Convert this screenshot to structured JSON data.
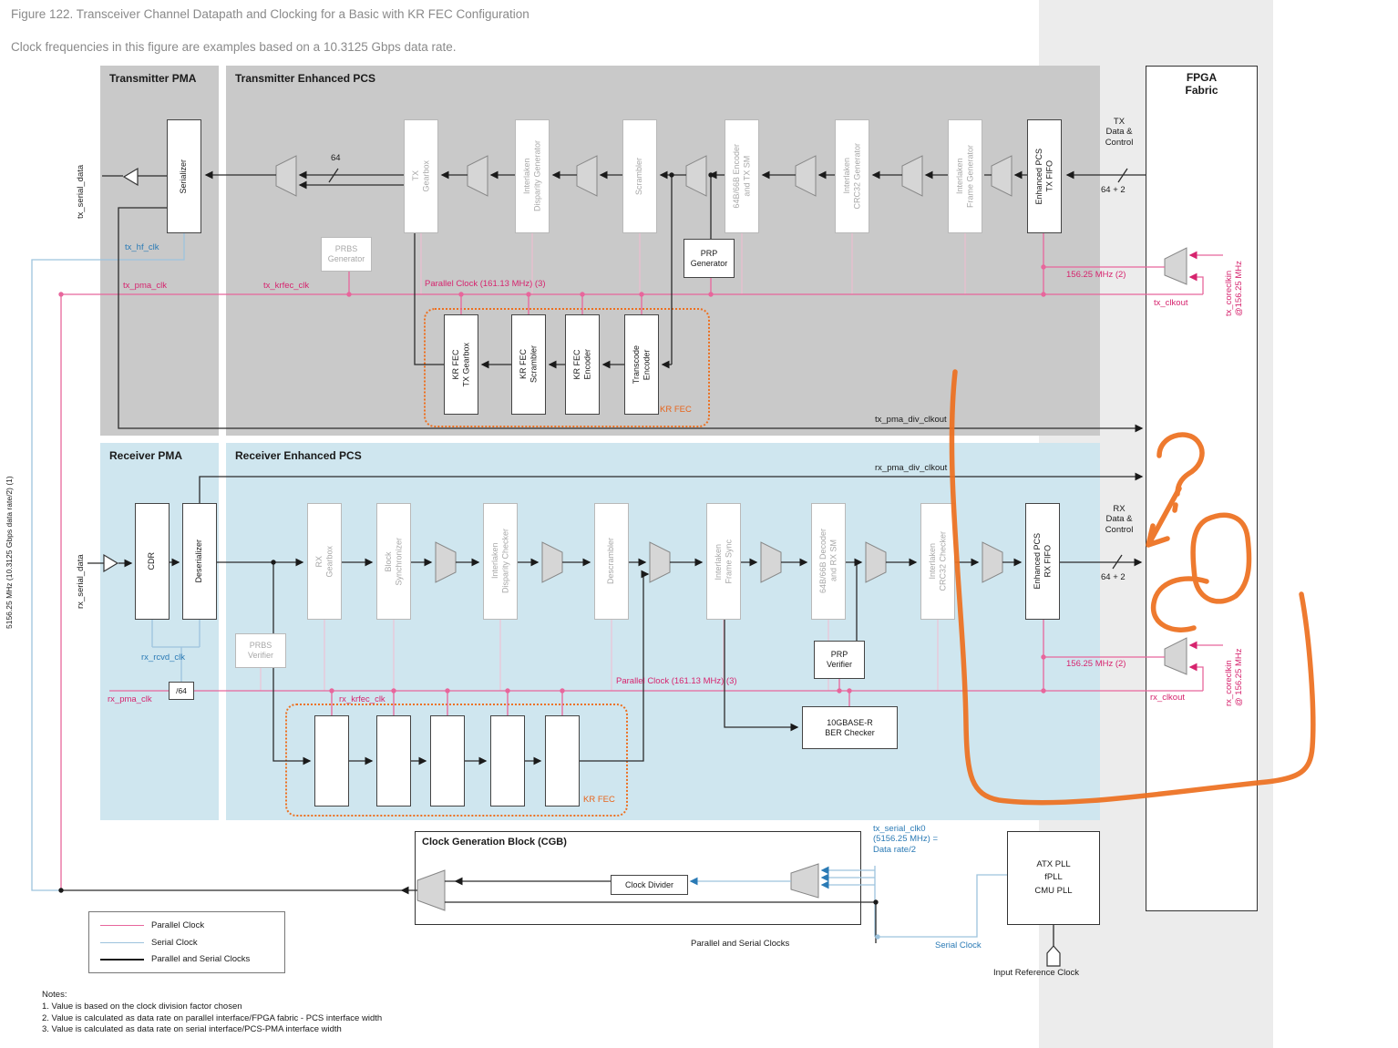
{
  "figure": {
    "title": "Figure 122. Transceiver Channel Datapath and Clocking for a Basic with KR FEC Configuration",
    "subtitle": "Clock frequencies in this figure are examples based on a 10.3125 Gbps data rate."
  },
  "sections": {
    "tx_pma": "Transmitter PMA",
    "tx_pcs": "Transmitter Enhanced PCS",
    "rx_pma": "Receiver PMA",
    "rx_pcs": "Receiver Enhanced PCS",
    "fpga_fabric": "FPGA\nFabric",
    "cgb": "Clock Generation Block (CGB)",
    "pll": "ATX PLL\nfPLL\nCMU PLL",
    "kr_fec_tx": "KR FEC",
    "kr_fec_rx": "KR FEC"
  },
  "blocks": {
    "serializer": "Serializer",
    "tx_gearbox": "TX\nGearbox",
    "ilk_disparity_gen": "Interlaken\nDisparity Generator",
    "scrambler": "Scrambler",
    "encoder_64b66b": "64B/66B Encoder\nand TX SM",
    "ilk_crc32_gen": "Interlaken\nCRC32 Generator",
    "ilk_frame_gen": "Interlaken\nFrame Generator",
    "tx_fifo": "Enhanced PCS\nTX FIFO",
    "prbs_gen": "PRBS\nGenerator",
    "prp_gen": "PRP\nGenerator",
    "krfec_tx_gearbox": "KR FEC\nTX Gearbox",
    "krfec_scrambler": "KR FEC\nScrambler",
    "krfec_encoder": "KR FEC\nEncoder",
    "transcode_encoder": "Transcode\nEncoder",
    "cdr": "CDR",
    "deserializer": "Deserializer",
    "rx_gearbox": "RX\nGearbox",
    "block_synchronizer": "Block\nSynchronizer",
    "ilk_disparity_chk": "Interlaken\nDisparity Checker",
    "descrambler": "Descrambler",
    "ilk_frame_sync": "Interlaken\nFrame Sync",
    "decoder_64b66b": "64B/66B Decoder\nand RX SM",
    "ilk_crc32_chk": "Interlaken\nCRC32 Checker",
    "rx_fifo": "Enhanced PCS\nRX FIFO",
    "prbs_verifier": "PRBS\nVerifier",
    "prp_verifier": "PRP\nVerifier",
    "ber_checker": "10GBASE-R\nBER Checker",
    "div64": "/64",
    "clock_divider": "Clock Divider"
  },
  "labels": {
    "tx_serial_data": "tx_serial_data",
    "rx_serial_data": "rx_serial_data",
    "left_rate": "5156.25 MHz (10.3125 Gbps data rate/2) (1)",
    "tx_hf_clk": "tx_hf_clk",
    "tx_pma_clk": "tx_pma_clk",
    "tx_krfec_clk": "tx_krfec_clk",
    "parallel_clock_tx": "Parallel Clock (161.13 MHz) (3)",
    "parallel_clock_rx": "Parallel Clock (161.13 MHz) (3)",
    "tx_pma_div_clkout": "tx_pma_div_clkout",
    "rx_pma_div_clkout": "rx_pma_div_clkout",
    "tx_data_control": "TX\nData &\nControl",
    "rx_data_control": "RX\nData &\nControl",
    "bus_width_tx": "64 + 2",
    "bus_width_rx": "64 + 2",
    "bus64": "64",
    "mhz_tx": "156.25 MHz (2)",
    "mhz_rx": "156.25 MHz (2)",
    "tx_coreclkin": "tx_coreclkin\n@156.25 MHz",
    "rx_coreclkin": "rx_coreclkin\n@ 156.25 MHz",
    "tx_clkout": "tx_clkout",
    "rx_clkout": "rx_clkout",
    "rx_rcvd_clk": "rx_rcvd_clk",
    "rx_pma_clk": "rx_pma_clk",
    "rx_krfec_clk": "rx_krfec_clk",
    "tx_serial_clk0": "tx_serial_clk0\n(5156.25 MHz) =\nData rate/2",
    "serial_clock": "Serial Clock",
    "parallel_serial_clocks": "Parallel and Serial Clocks",
    "input_ref_clock": "Input Reference Clock"
  },
  "legend": {
    "items": [
      {
        "label": "Parallel Clock",
        "color": "#e8669c"
      },
      {
        "label": "Serial Clock",
        "color": "#9dc3dd"
      },
      {
        "label": "Parallel and Serial Clocks",
        "color": "#1a1a1a"
      }
    ]
  },
  "notes": {
    "heading": "Notes:",
    "items": [
      "1. Value is based on the clock division factor chosen",
      "2. Value is calculated as data rate on parallel interface/FPGA fabric - PCS interface width",
      "3. Value is calculated as data rate on serial interface/PCS-PMA interface width"
    ]
  },
  "colors": {
    "parallel_clock": "#e8669c",
    "serial_clock": "#9dc3dd",
    "parallel_and_serial": "#1a1a1a",
    "annotation_orange": "#ed7020",
    "tx_section_fill": "#c9c9c9",
    "rx_section_fill": "#cfe6ef",
    "fabric_strip": "#ececec"
  }
}
